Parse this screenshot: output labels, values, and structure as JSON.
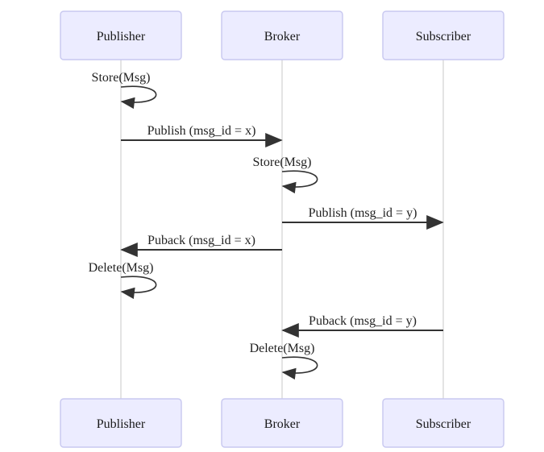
{
  "diagram": {
    "type": "sequence-diagram",
    "actors": [
      {
        "name": "Publisher"
      },
      {
        "name": "Broker"
      },
      {
        "name": "Subscriber"
      }
    ],
    "messages": [
      {
        "from": "Publisher",
        "to": "Publisher",
        "kind": "self-loop",
        "label": "Store(Msg)"
      },
      {
        "from": "Publisher",
        "to": "Broker",
        "kind": "arrow",
        "label": "Publish (msg_id = x)"
      },
      {
        "from": "Broker",
        "to": "Broker",
        "kind": "self-loop",
        "label": "Store(Msg)"
      },
      {
        "from": "Broker",
        "to": "Subscriber",
        "kind": "arrow",
        "label": "Publish (msg_id = y)"
      },
      {
        "from": "Broker",
        "to": "Publisher",
        "kind": "arrow",
        "label": "Puback (msg_id = x)"
      },
      {
        "from": "Publisher",
        "to": "Publisher",
        "kind": "self-loop",
        "label": "Delete(Msg)"
      },
      {
        "from": "Subscriber",
        "to": "Broker",
        "kind": "arrow",
        "label": "Puback (msg_id = y)"
      },
      {
        "from": "Broker",
        "to": "Broker",
        "kind": "self-loop",
        "label": "Delete(Msg)"
      }
    ],
    "colors": {
      "background": "#ffffff",
      "actor_fill": "#ececff",
      "actor_border": "#c8c8f0",
      "lifeline": "#c9c9c9",
      "arrow": "#333333",
      "text": "#1a1a1a"
    }
  }
}
